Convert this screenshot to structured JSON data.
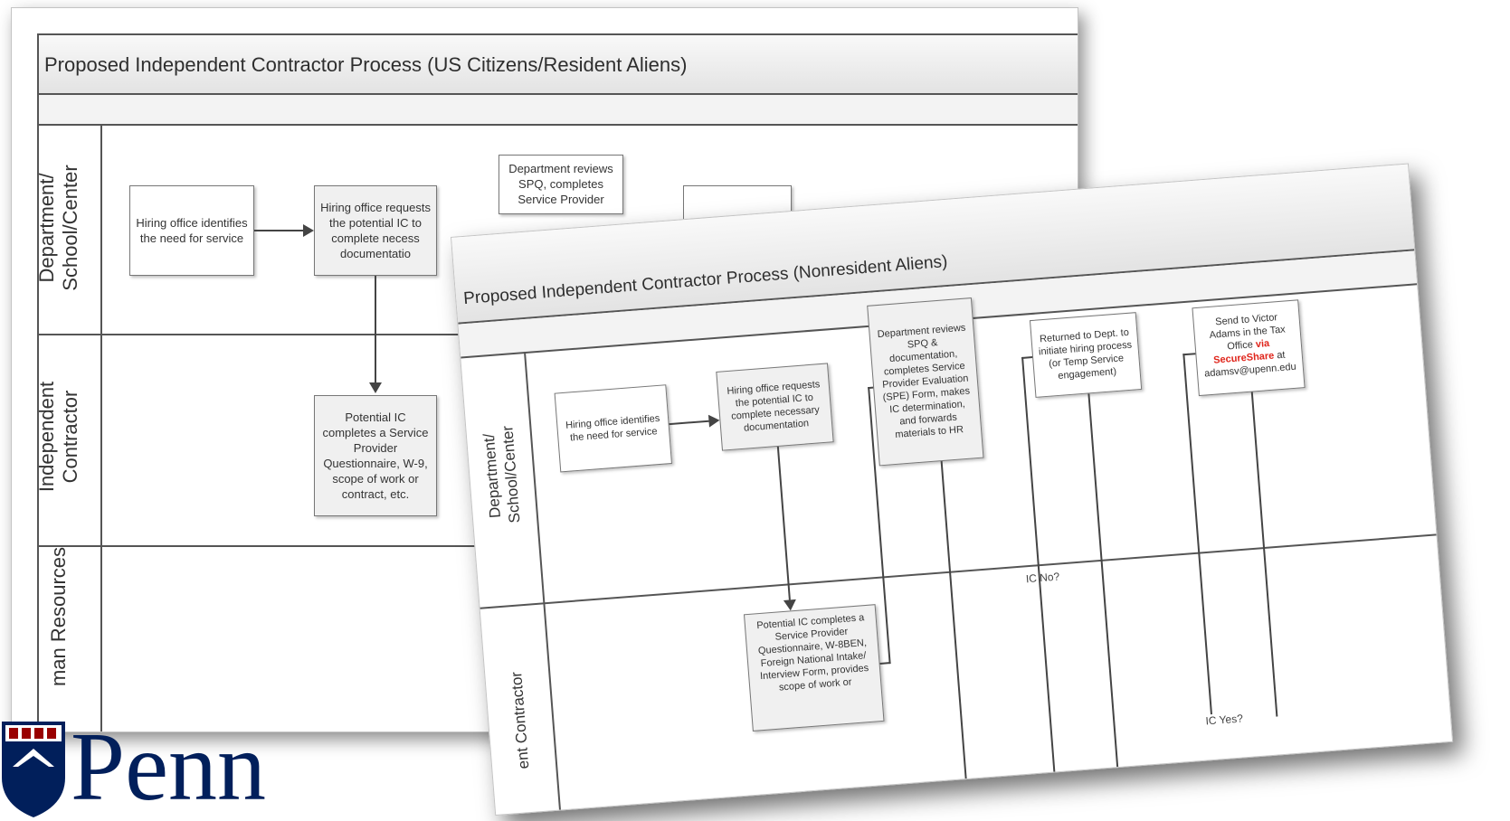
{
  "back_sheet": {
    "title": "Proposed Independent Contractor Process (US Citizens/Resident Aliens)",
    "lanes": [
      "Department/\nSchool/Center",
      "Independent\nContractor",
      "man Resources"
    ],
    "boxes": [
      "Hiring office identifies the need for service",
      "Hiring office requests the potential IC to complete necess documentatio",
      "Department reviews SPQ, completes Service Provider",
      "Potential IC completes a Service Provider Questionnaire, W-9, scope of work or contract, etc."
    ]
  },
  "front_sheet": {
    "title": "Proposed Independent Contractor Process (Nonresident Aliens)",
    "lanes": [
      "Department/\nSchool/Center",
      "ent Contractor"
    ],
    "boxes": [
      "Hiring office identifies the need for service",
      "Hiring office requests the potential IC to complete necessary documentation",
      "Department reviews SPQ & documentation, completes Service Provider Evaluation (SPE) Form, makes IC determination, and forwards materials to HR",
      "Returned to Dept. to initiate hiring process (or Temp Service engagement)",
      "Potential IC completes a Service Provider Questionnaire, W-8BEN, Foreign National Intake/ Interview Form, provides scope of work or"
    ],
    "tax_box": {
      "pre": "Send to Victor Adams in the Tax Office ",
      "via": "via",
      "secureshare": "SecureShare",
      "post": " at adamsv@upenn.edu"
    },
    "labels": {
      "ic_no": "IC No?",
      "ic_yes": "IC Yes?"
    }
  },
  "logo": {
    "text": "Penn",
    "colors": {
      "navy": "#011f5b",
      "red": "#990000"
    }
  }
}
